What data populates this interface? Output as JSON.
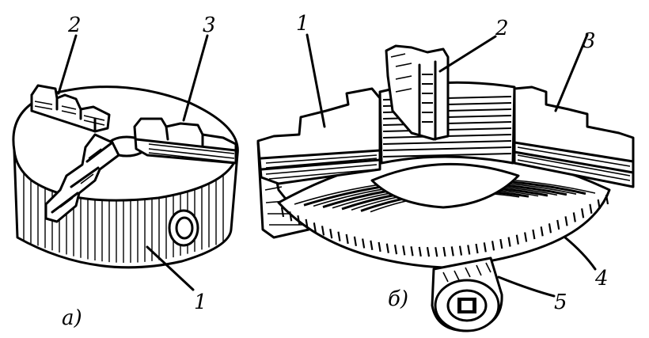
{
  "views": [
    {
      "id": "a",
      "caption": "а)",
      "labels": [
        "2",
        "3",
        "1"
      ]
    },
    {
      "id": "b",
      "caption": "б)",
      "labels": [
        "1",
        "2",
        "3",
        "4",
        "5"
      ]
    }
  ]
}
